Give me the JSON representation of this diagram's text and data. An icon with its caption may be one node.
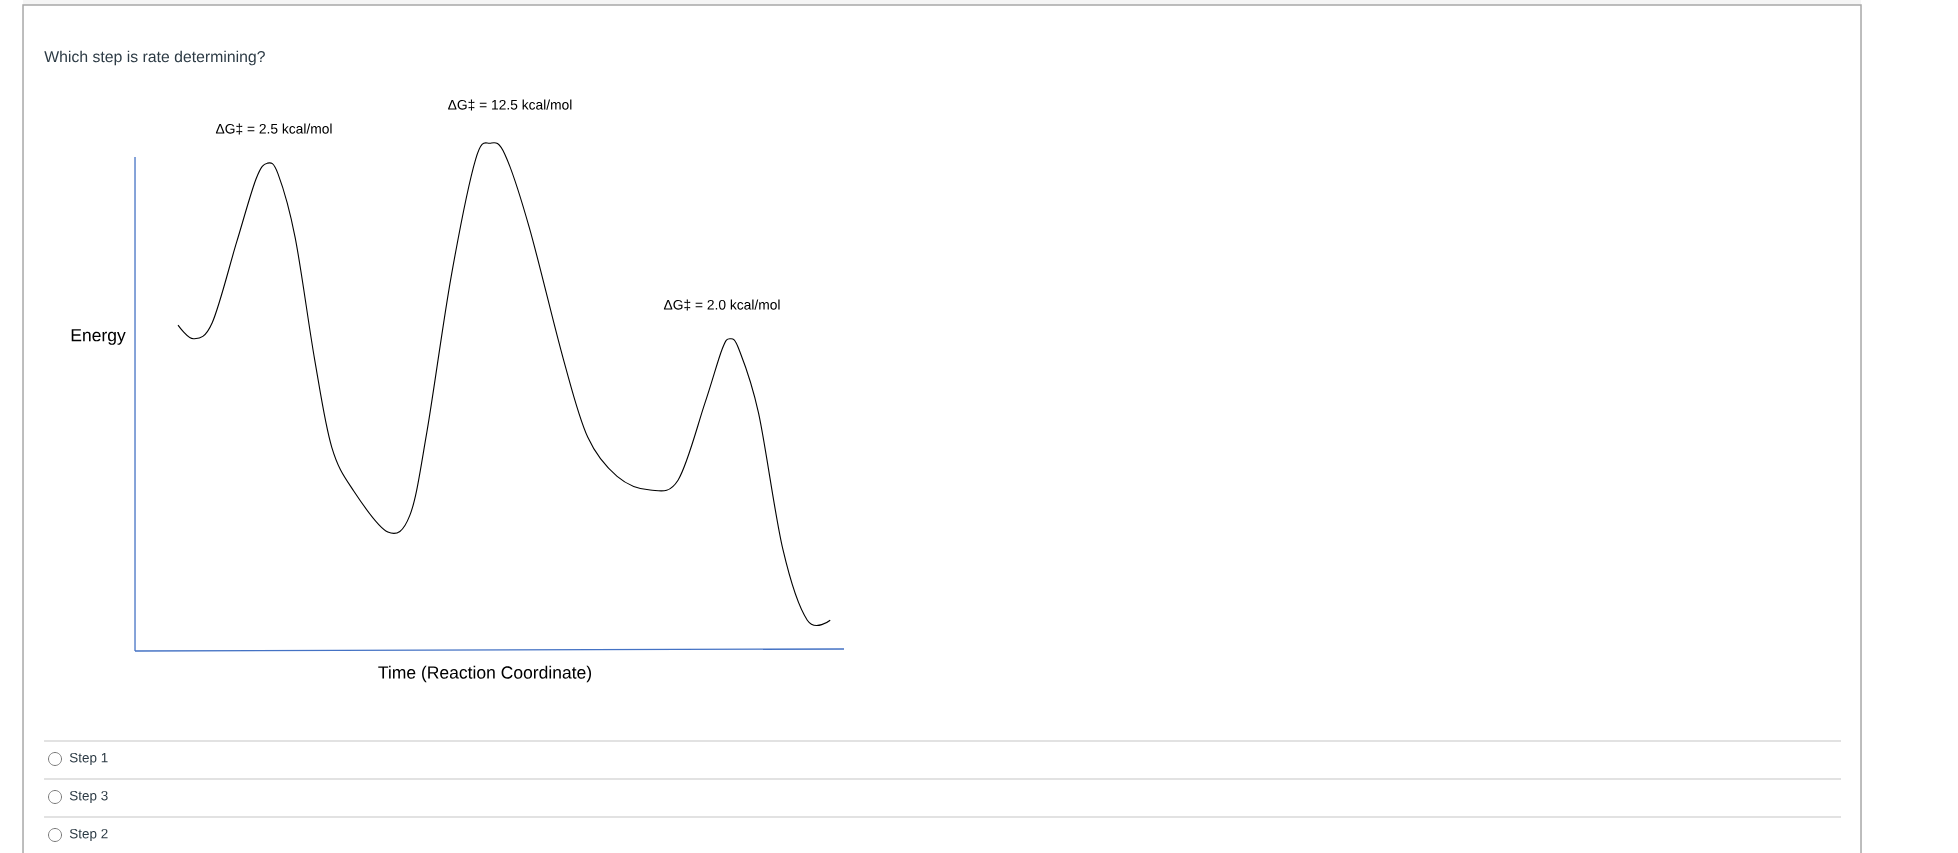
{
  "diagram": {
    "title": "Which step is rate determining?",
    "labels": [
      "ΔG‡ = 2.5 kcal/mol",
      "ΔG‡ = 12.5 kcal/mol",
      "ΔG‡ = 2.0 kcal/mol",
      "Energy",
      "Time (Reaction Coordinate)",
      "Step 1",
      "Step 3",
      "Step 2"
    ]
  }
}
